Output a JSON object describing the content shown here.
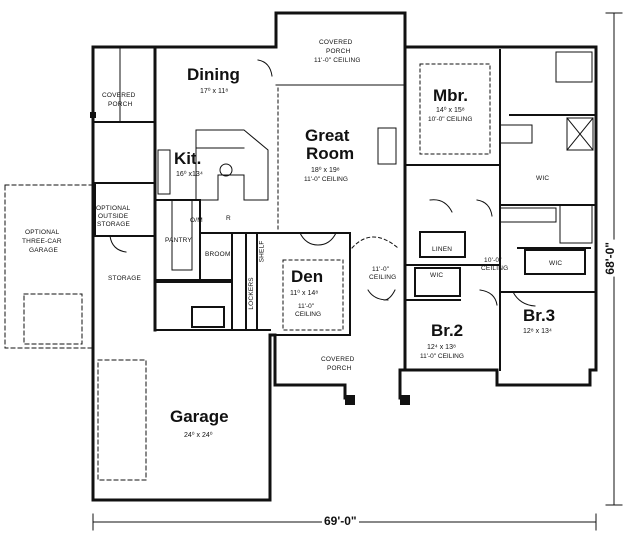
{
  "rooms": {
    "dining": {
      "name": "Dining",
      "dims": "17⁰ x 11⁸"
    },
    "kitchen": {
      "name": "Kit.",
      "dims": "16⁰ x13⁴"
    },
    "great_room": {
      "name_line1": "Great",
      "name_line2": "Room",
      "dims": "18⁰ x 19⁸",
      "ceiling": "11'-0\" CEILING"
    },
    "master": {
      "name": "Mbr.",
      "dims": "14⁰ x 15⁸",
      "ceiling": "10'-0\" CEILING"
    },
    "den": {
      "name": "Den",
      "dims": "11⁰ x 14⁸",
      "ceiling_line1": "11'-0\"",
      "ceiling_line2": "CEILING"
    },
    "br2": {
      "name": "Br.2",
      "dims": "12⁴ x 13⁸",
      "ceiling": "11'-0\" CEILING"
    },
    "br3": {
      "name": "Br.3",
      "dims": "12⁸ x 13⁴"
    },
    "garage": {
      "name": "Garage",
      "dims": "24⁰ x 24⁰"
    }
  },
  "labels": {
    "covered_porch_top_1": "COVERED",
    "covered_porch_top_2": "PORCH",
    "covered_porch_top_ceiling": "11'-0\" CEILING",
    "covered_porch_left_1": "COVERED",
    "covered_porch_left_2": "PORCH",
    "covered_porch_front_1": "COVERED",
    "covered_porch_front_2": "PORCH",
    "optional_storage_1": "OPTIONAL",
    "optional_storage_2": "OUTSIDE",
    "optional_storage_3": "STORAGE",
    "optional_garage_1": "OPTIONAL",
    "optional_garage_2": "THREE-CAR",
    "optional_garage_3": "GARAGE",
    "storage": "STORAGE",
    "pantry": "PANTRY",
    "broom": "BROOM",
    "lockers": "LOCKERS",
    "shelf": "SHELF",
    "linen": "LINEN",
    "wic_master": "WIC",
    "wic_br2": "WIC",
    "wic_br3": "WIC",
    "hall_ceiling_1": "11'-0\"",
    "hall_ceiling_2": "CEILING",
    "br3_hall_ceiling_1": "10'-0\"",
    "br3_hall_ceiling_2": "CEILING",
    "om": "O/M",
    "r": "R",
    "dim_width": "69'-0\"",
    "dim_depth": "68'-0\""
  }
}
